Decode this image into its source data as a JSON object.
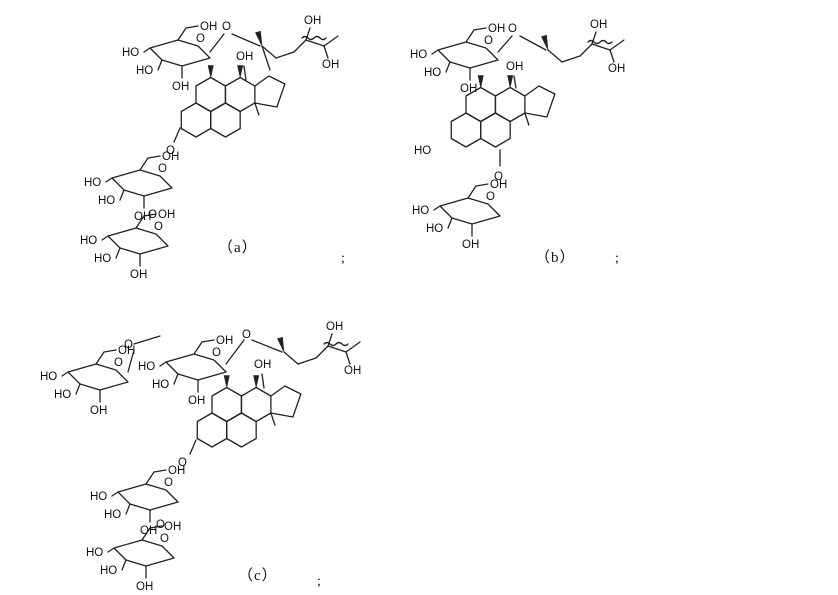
{
  "labels": {
    "oh": "OH",
    "ho": "HO",
    "o": "O"
  },
  "captions": {
    "a": "（a）",
    "b": "（b）",
    "c": "（c）"
  },
  "separator": ";"
}
